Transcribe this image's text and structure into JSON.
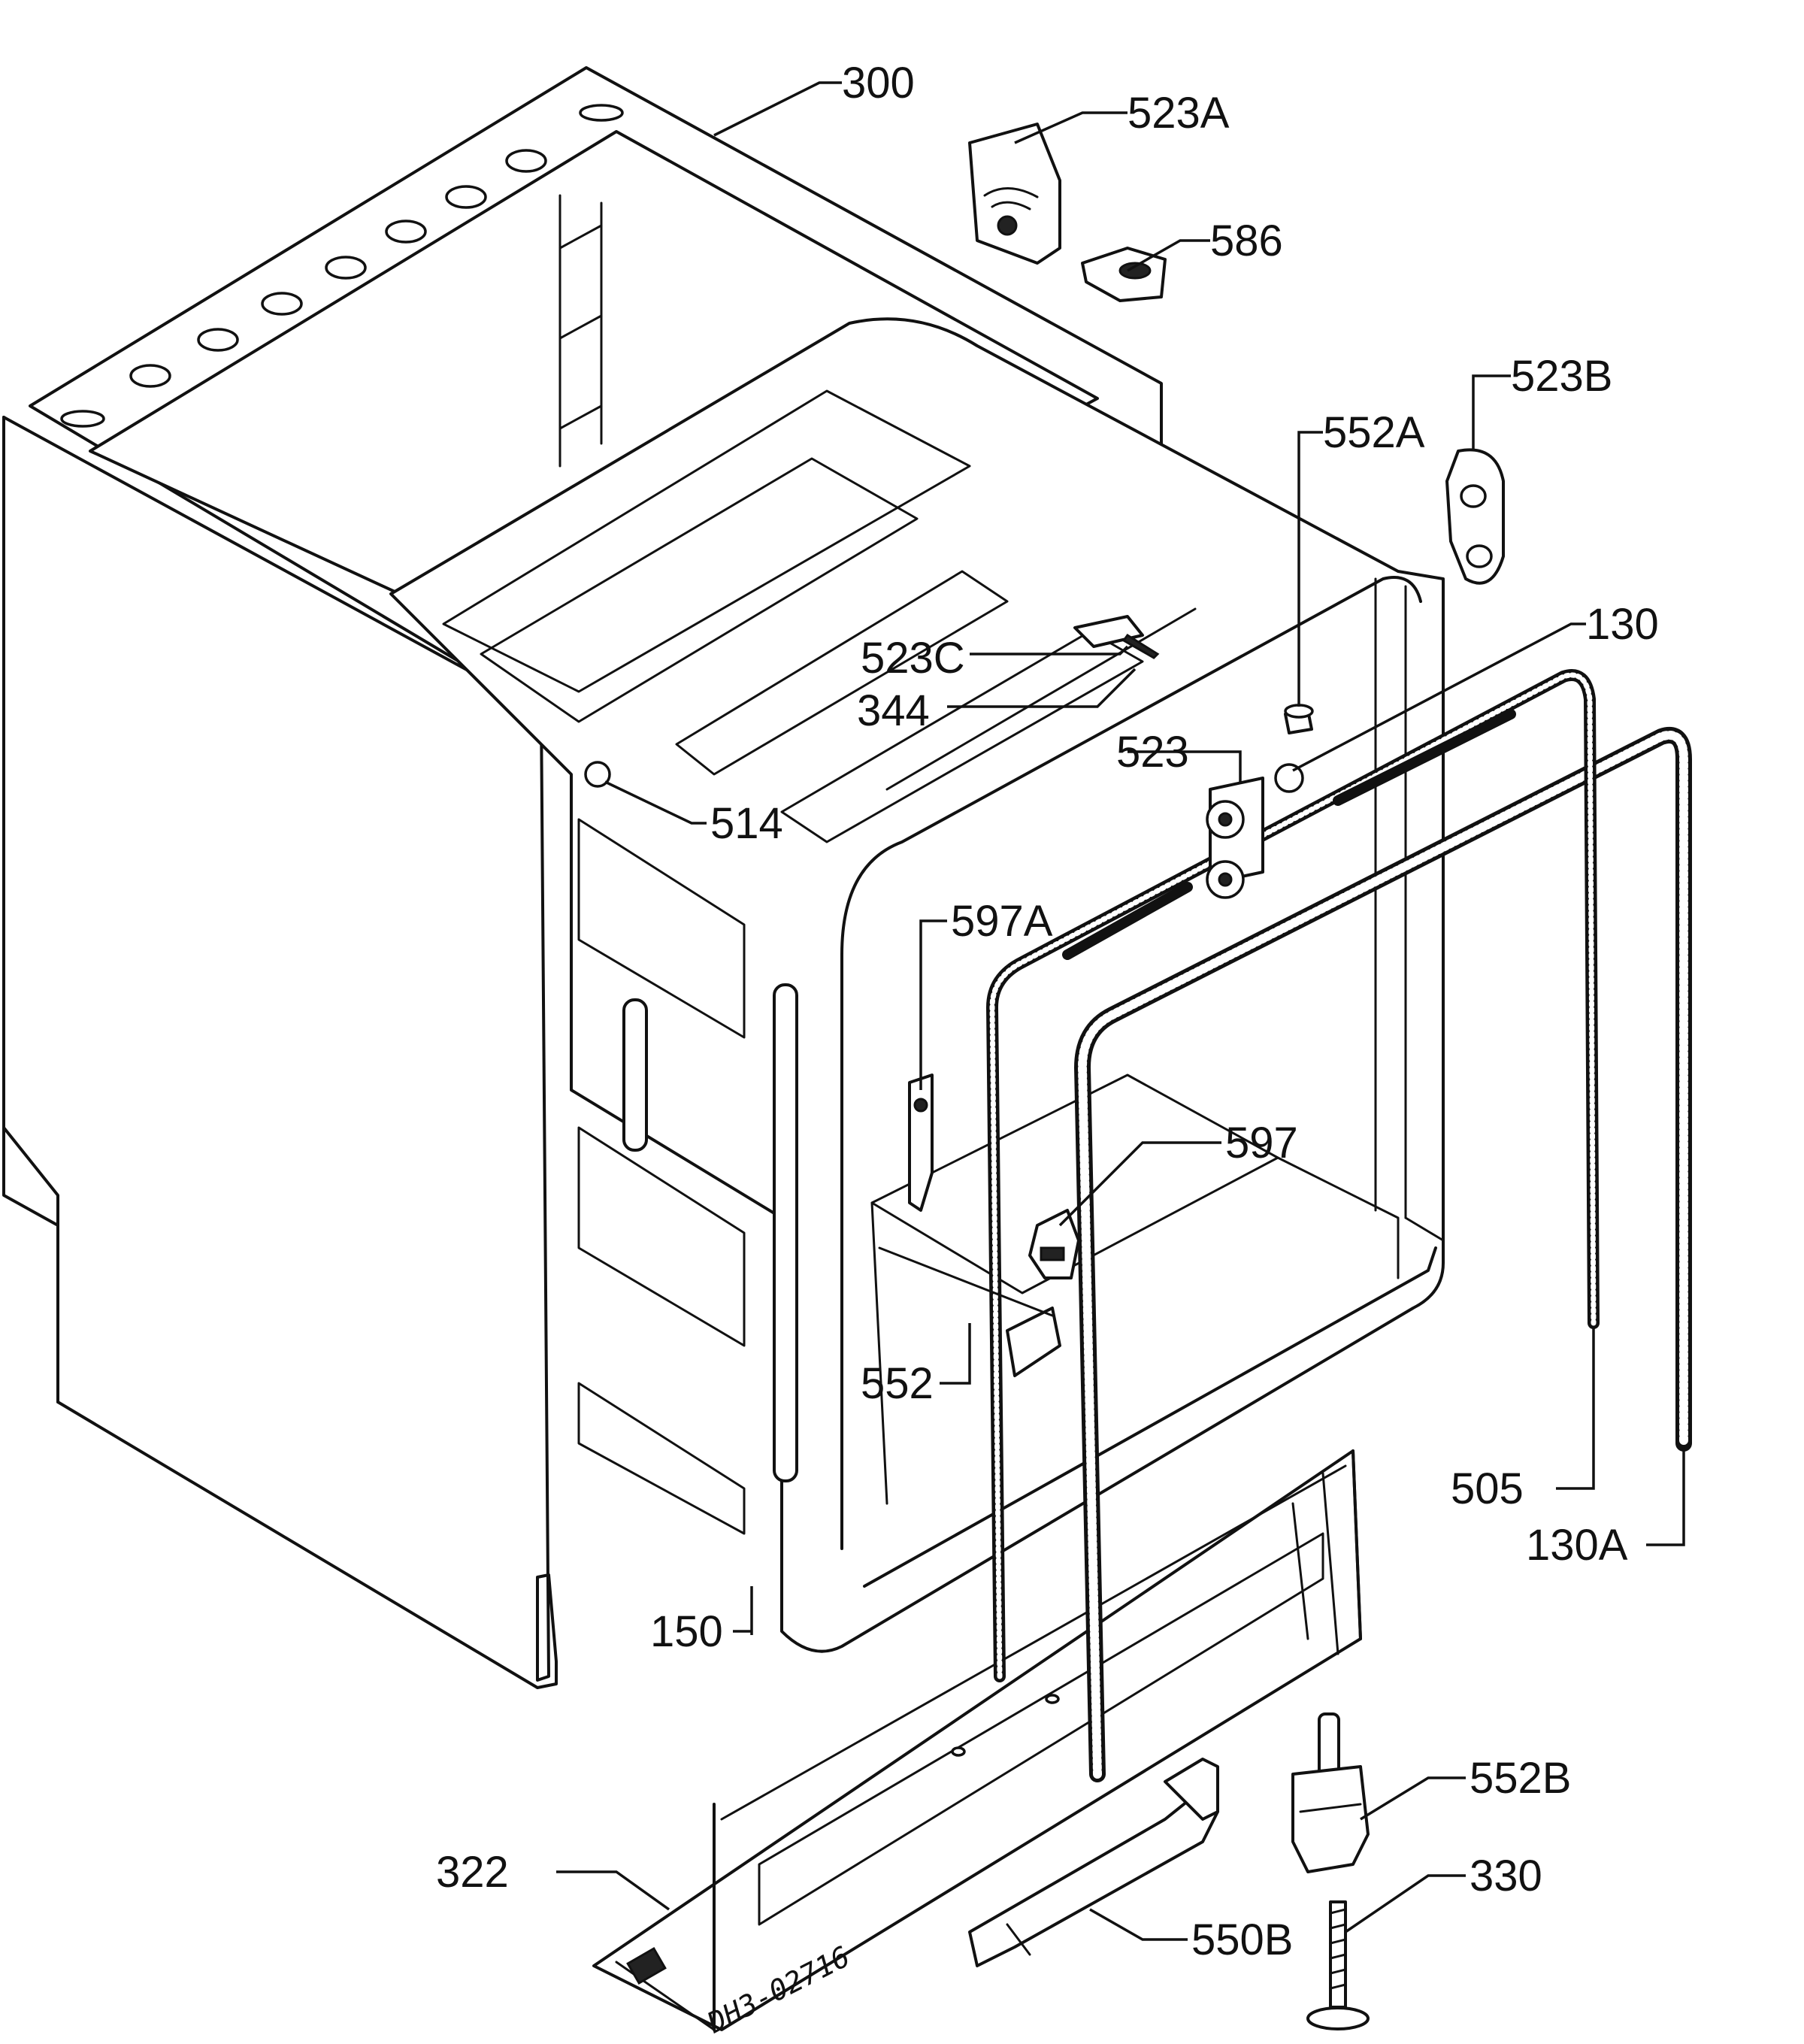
{
  "parts": [
    {
      "ref": "300",
      "label": "300"
    },
    {
      "ref": "523A",
      "label": "523A"
    },
    {
      "ref": "586",
      "label": "586"
    },
    {
      "ref": "523B",
      "label": "523B"
    },
    {
      "ref": "552A",
      "label": "552A"
    },
    {
      "ref": "130",
      "label": "130"
    },
    {
      "ref": "523C",
      "label": "523C"
    },
    {
      "ref": "344",
      "label": "344"
    },
    {
      "ref": "523",
      "label": "523"
    },
    {
      "ref": "514",
      "label": "514"
    },
    {
      "ref": "597A",
      "label": "597A"
    },
    {
      "ref": "597",
      "label": "597"
    },
    {
      "ref": "552",
      "label": "552"
    },
    {
      "ref": "505",
      "label": "505"
    },
    {
      "ref": "130A",
      "label": "130A"
    },
    {
      "ref": "150",
      "label": "150"
    },
    {
      "ref": "552B",
      "label": "552B"
    },
    {
      "ref": "322",
      "label": "322"
    },
    {
      "ref": "330",
      "label": "330"
    },
    {
      "ref": "550B",
      "label": "550B"
    }
  ],
  "drawing_code": "DH3-02716"
}
